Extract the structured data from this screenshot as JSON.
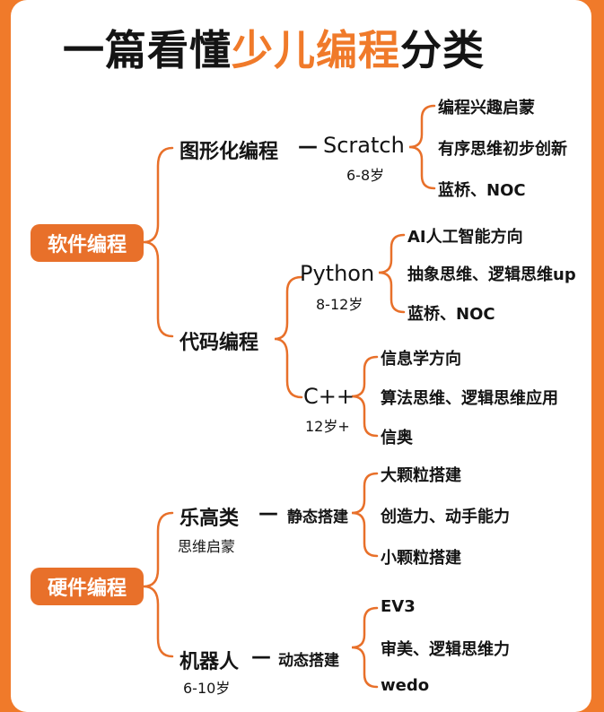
{
  "title": {
    "prefix": "一篇看懂",
    "accent": "少儿编程",
    "suffix": "分类"
  },
  "colors": {
    "accent": "#e8702a",
    "border": "#f07a2a",
    "text": "#141414"
  },
  "software": {
    "label": "软件编程",
    "graphical": {
      "label": "图形化编程",
      "dash": "—",
      "lang": "Scratch",
      "age": "6-8岁",
      "items": [
        "编程兴趣启蒙",
        "有序思维初步创新",
        "蓝桥、NOC"
      ]
    },
    "code": {
      "label": "代码编程",
      "python": {
        "lang": "Python",
        "age": "8-12岁",
        "items": [
          "AI人工智能方向",
          "抽象思维、逻辑思维up",
          "蓝桥、NOC"
        ]
      },
      "cpp": {
        "lang": "C++",
        "age": "12岁+",
        "items": [
          "信息学方向",
          "算法思维、逻辑思维应用",
          "信奥"
        ]
      }
    }
  },
  "hardware": {
    "label": "硬件编程",
    "lego": {
      "label": "乐高类",
      "dash": "—",
      "type": "静态搭建",
      "note": "思维启蒙",
      "items": [
        "大颗粒搭建",
        "创造力、动手能力",
        "小颗粒搭建"
      ]
    },
    "robot": {
      "label": "机器人",
      "dash": "—",
      "type": "动态搭建",
      "age": "6-10岁",
      "items": [
        "EV3",
        "审美、逻辑思维力",
        "wedo"
      ]
    }
  }
}
